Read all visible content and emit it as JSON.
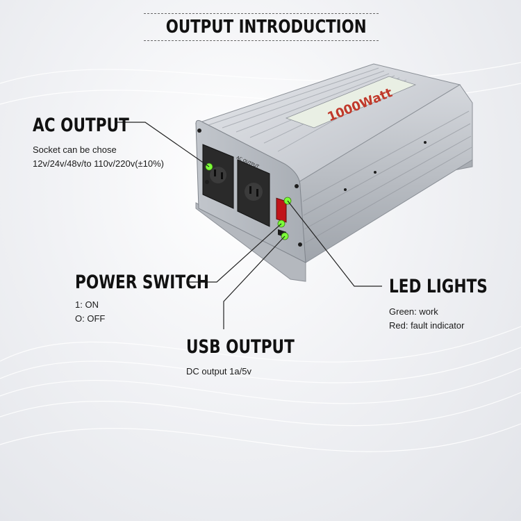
{
  "title": "OUTPUT INTRODUCTION",
  "device": {
    "brand_label": "1000Watt",
    "socket_label": "AC OUTPUT"
  },
  "callouts": {
    "ac_output": {
      "heading": "AC OUTPUT",
      "lines": [
        "Socket can be chose",
        "12v/24v/48v/to 110v/220v(±10%)"
      ]
    },
    "power_switch": {
      "heading": "POWER SWITCH",
      "lines": [
        "1: ON",
        "O: OFF"
      ]
    },
    "usb_output": {
      "heading": "USB OUTPUT",
      "lines": [
        "DC output 1a/5v"
      ]
    },
    "led_lights": {
      "heading": "LED LIGHTS",
      "lines": [
        "Green: work",
        "Red: fault indicator"
      ]
    }
  },
  "colors": {
    "marker": "#7CFF3A",
    "leader": "#222222",
    "housing": "#c9ccd1"
  }
}
